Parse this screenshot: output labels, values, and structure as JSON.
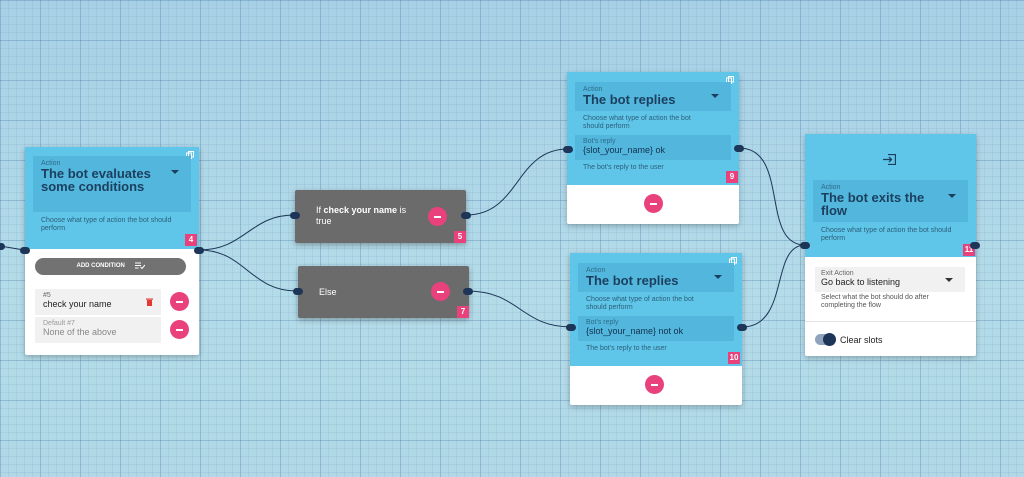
{
  "colors": {
    "accent": "#5fc6ea",
    "badge": "#e8417c",
    "condition_node": "#6b6b6b",
    "port": "#1d3557"
  },
  "node4": {
    "action_caption": "Action",
    "action_value": "The bot evaluates some conditions",
    "hint": "Choose what type of action the bot should perform",
    "badge": "4",
    "add_condition_label": "ADD CONDITION",
    "conditions": [
      {
        "caption": "#5",
        "value": "check your name"
      },
      {
        "caption": "Default #7",
        "value": "None of the above"
      }
    ]
  },
  "node5": {
    "prefix": "If",
    "bold": "check your name",
    "suffix": "is",
    "line2": "true",
    "badge": "5"
  },
  "node7": {
    "label": "Else",
    "badge": "7"
  },
  "node9": {
    "action_caption": "Action",
    "action_value": "The bot replies",
    "hint": "Choose what type of action the bot should perform",
    "reply_caption": "Bot's reply",
    "reply_value": "{slot_your_name} ok",
    "reply_hint": "The bot's reply to the user",
    "badge": "9"
  },
  "node10": {
    "action_caption": "Action",
    "action_value": "The bot replies",
    "hint": "Choose what type of action the bot should perform",
    "reply_caption": "Bot's reply",
    "reply_value": "{slot_your_name} not ok",
    "reply_hint": "The bot's reply to the user",
    "badge": "10"
  },
  "node11": {
    "icon": "exit-icon",
    "action_caption": "Action",
    "action_value": "The bot exits the flow",
    "hint": "Choose what type of action the bot should perform",
    "badge": "11",
    "exit_caption": "Exit Action",
    "exit_value": "Go back to listening",
    "exit_hint": "Select what the bot should do after completing the flow",
    "clear_slots_label": "Clear slots"
  }
}
